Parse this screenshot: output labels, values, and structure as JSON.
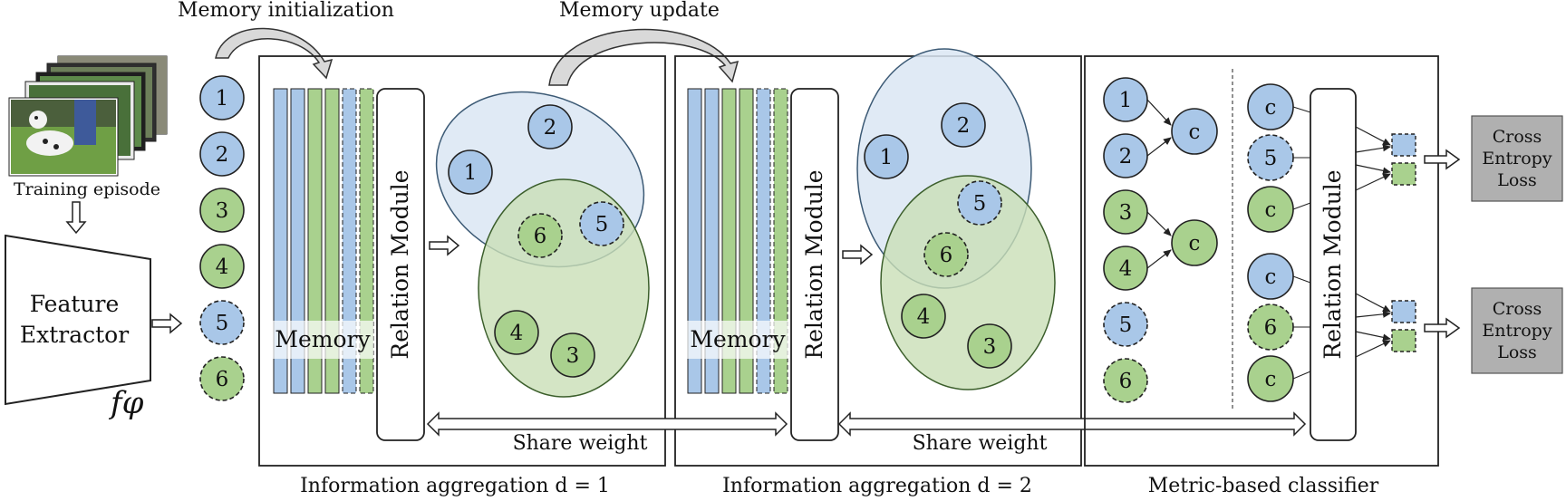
{
  "labels": {
    "memory_initialization": "Memory initialization",
    "memory_update": "Memory update",
    "training_episode": "Training episode",
    "feature_extractor_line1": "Feature",
    "feature_extractor_line2": "Extractor",
    "f_phi": "fφ",
    "memory": "Memory",
    "relation_module": "Relation Module",
    "share_weight": "Share weight",
    "info_agg_1": "Information aggregation d = 1",
    "info_agg_2": "Information aggregation d = 2",
    "metric_classifier": "Metric-based classifier",
    "cross_entropy_line1": "Cross",
    "cross_entropy_line2": "Entropy",
    "cross_entropy_line3": "Loss",
    "centroid": "c"
  },
  "nodes": [
    "1",
    "2",
    "3",
    "4",
    "5",
    "6"
  ],
  "colors": {
    "blue_node": "#a9c7e8",
    "green_node": "#a9d18e",
    "blue_ellipse": "#dae6f3",
    "green_ellipse": "#c9dfb7",
    "gray_box": "#b0b0b0",
    "border": "#333333"
  }
}
